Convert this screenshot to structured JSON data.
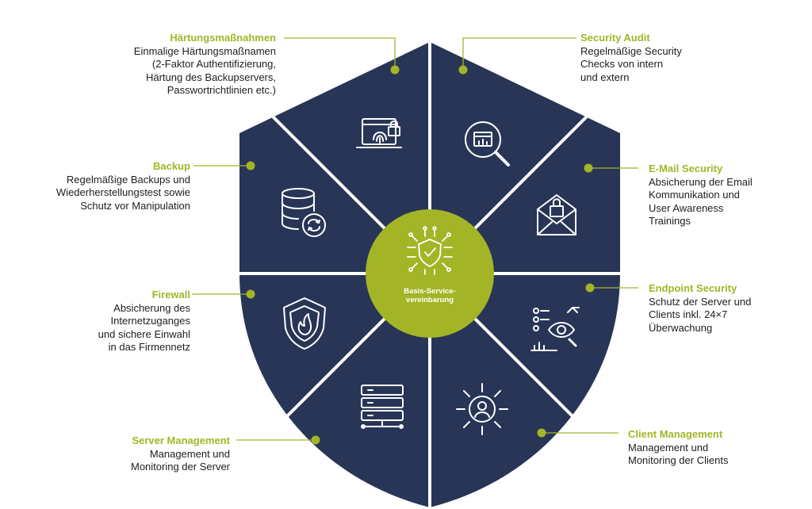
{
  "center": {
    "label": "Basis-Service-\nvereinbarung",
    "icon": "chip-shield-icon"
  },
  "colors": {
    "shield": "#283556",
    "accent": "#a3b526",
    "separator": "#ffffff",
    "text": "#1d1d1b"
  },
  "segments": [
    {
      "key": "haertung",
      "title": "Härtungsmaßnahmen",
      "description": "Einmalige Härtungsmaßnamen\n(2-Faktor Authentifizierung,\nHärtung des Backupservers,\nPasswortrichtlinien etc.)",
      "icon": "fingerprint-lock-icon"
    },
    {
      "key": "audit",
      "title": "Security Audit",
      "description": "Regelmäßige Security\nChecks von intern\nund extern",
      "icon": "magnifier-monitor-icon"
    },
    {
      "key": "email",
      "title": "E-Mail Security",
      "description": "Absicherung der Email\nKommunikation und\nUser Awareness\nTrainings",
      "icon": "envelope-lock-icon"
    },
    {
      "key": "endpoint",
      "title": "Endpoint Security",
      "description": "Schutz der Server und\nClients inkl. 24×7\nÜberwachung",
      "icon": "eye-analytics-icon"
    },
    {
      "key": "client",
      "title": "Client Management",
      "description": "Management und\nMonitoring der Clients",
      "icon": "gear-user-icon"
    },
    {
      "key": "server",
      "title": "Server Management",
      "description": "Management und\nMonitoring der Server",
      "icon": "server-rack-icon"
    },
    {
      "key": "firewall",
      "title": "Firewall",
      "description": "Absicherung des\nInternetzuganges\nund sichere Einwahl\nin das Firmennetz",
      "icon": "flame-shield-icon"
    },
    {
      "key": "backup",
      "title": "Backup",
      "description": "Regelmäßige Backups und\nWiederherstellungstest sowie\nSchutz vor Manipulation",
      "icon": "database-sync-icon"
    }
  ]
}
